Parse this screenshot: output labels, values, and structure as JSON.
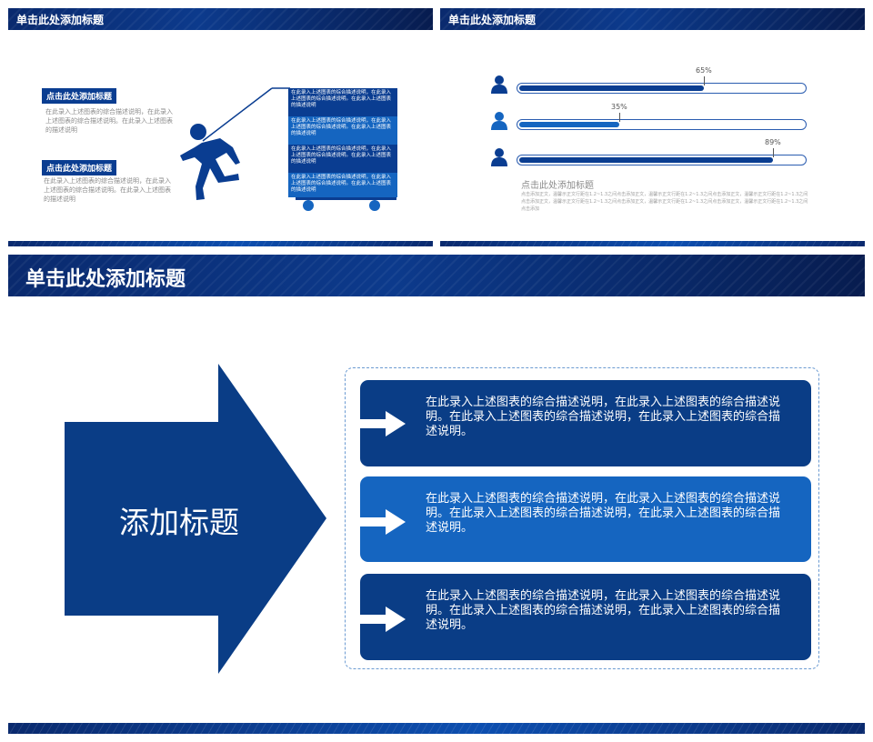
{
  "slide_a": {
    "title": "单击此处添加标题",
    "tag_1": "点击此处添加标题",
    "desc_1": "在此录入上述图表的综合描述说明，在此录入上述图表的综合描述说明。在此录入上述图表的描述说明",
    "tag_2": "点击此处添加标题",
    "desc_2": "在此录入上述图表的综合描述说明，在此录入上述图表的综合描述说明。在此录入上述图表的描述说明",
    "box_text": "在此录入上述图表的综合描述说明，在此录入上述图表的综合描述说明。在此录入上述图表的描述说明",
    "colors": {
      "dark_blue": "#0a3d91",
      "mid_blue": "#1565c0"
    }
  },
  "slide_b": {
    "title": "单击此处添加标题",
    "bars": [
      {
        "label": "65%",
        "value": 0.65
      },
      {
        "label": "35%",
        "value": 0.35
      },
      {
        "label": "89%",
        "value": 0.89
      }
    ],
    "subtitle": "点击此处添加标题",
    "body": "点击添加正文，温馨示正文行距在1.2~1.3之间点击添加正文，温馨示正文行距在1.2~1.3之间点击添加正文，温馨示正文行距在1.2~1.3之间点击添加正文，温馨示正文行距在1.2~1.3之间点击添加正文，温馨示正文行距在1.2~1.3之间点击添加正文，温馨示正文行距在1.2~1.3之间点击添加"
  },
  "main": {
    "title": "单击此处添加标题",
    "arrow_label": "添加标题",
    "panels": [
      {
        "text": "在此录入上述图表的综合描述说明，在此录入上述图表的综合描述说明。在此录入上述图表的综合描述说明，在此录入上述图表的综合描述说明。",
        "color": "#0a3d86"
      },
      {
        "text": "在此录入上述图表的综合描述说明，在此录入上述图表的综合描述说明。在此录入上述图表的综合描述说明，在此录入上述图表的综合描述说明。",
        "color": "#1565c0"
      },
      {
        "text": "在此录入上述图表的综合描述说明，在此录入上述图表的综合描述说明。在此录入上述图表的综合描述说明，在此录入上述图表的综合描述说明。",
        "color": "#0a3d86"
      }
    ],
    "colors": {
      "arrow": "#0a3d86",
      "frame": "#6c9bd2"
    }
  }
}
